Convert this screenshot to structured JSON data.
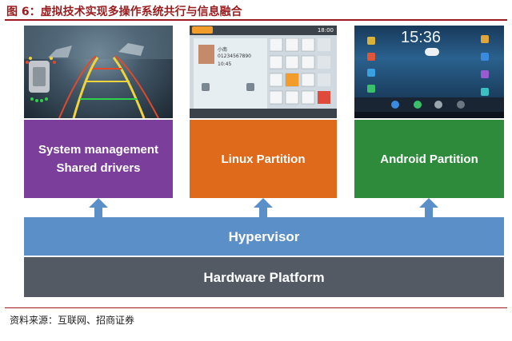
{
  "header": {
    "title": "图 6：虚拟技术实现多操作系统共行与信息融合"
  },
  "partitions": [
    {
      "id": "system",
      "line1": "System management",
      "line2": "Shared drivers",
      "color": "#7b3f9b"
    },
    {
      "id": "linux",
      "label": "Linux Partition",
      "color": "#df6a1b"
    },
    {
      "id": "android",
      "label": "Android Partition",
      "color": "#2e8b3c"
    }
  ],
  "layers": {
    "hypervisor": "Hypervisor",
    "hardware": "Hardware Platform",
    "hypervisor_color": "#5b8fc8",
    "hardware_color": "#545a63"
  },
  "screens": {
    "linux": {
      "clock": "18:00",
      "contact_name": "小南",
      "contact_number": "01234567890",
      "call_time": "10:45"
    },
    "android": {
      "clock": "15:36"
    }
  },
  "footer": {
    "source": "资料来源：互联网、招商证券"
  }
}
